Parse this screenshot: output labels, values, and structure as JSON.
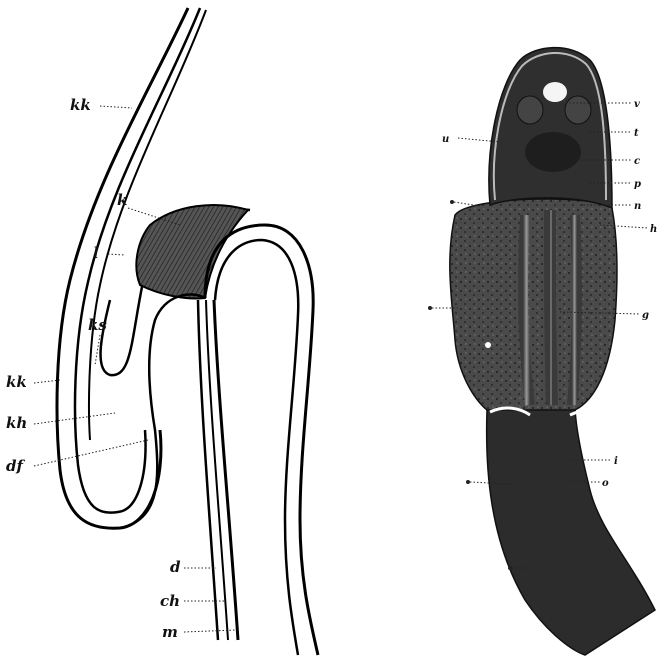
{
  "figure": {
    "left_panel": {
      "labels": [
        "kk",
        "k",
        "l",
        "ks",
        "kk",
        "kh",
        "df",
        "d",
        "ch",
        "m"
      ]
    },
    "right_panel": {
      "labels": [
        "v",
        "u",
        "t",
        "c",
        "p",
        "n",
        "h",
        "g",
        "i",
        "o"
      ]
    }
  },
  "colors": {
    "ink": "#111111",
    "tissue": "#2a2a2a",
    "background": "#ffffff"
  }
}
